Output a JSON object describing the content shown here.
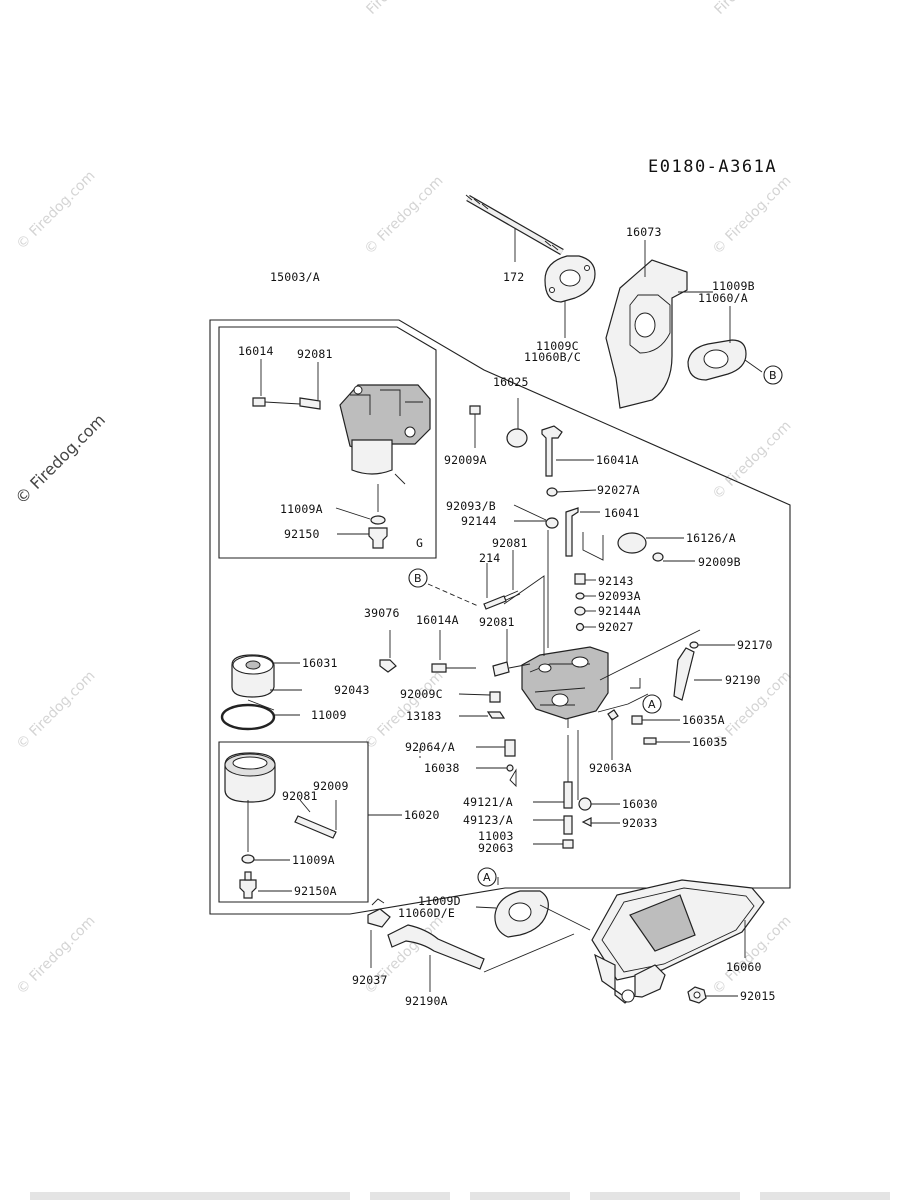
{
  "diagram_code": "E0180-A361A",
  "watermark": "© Firedog.com",
  "watermark_short": "Firedog.com",
  "parts": {
    "p172": "172",
    "p16073": "16073",
    "p11009B": "11009B",
    "p11060A": "11060/A",
    "p11009C": "11009C",
    "p11060BC": "11060B/C",
    "p15003A": "15003/A",
    "p16014": "16014",
    "p92081a": "92081",
    "p11009A": "11009A",
    "p92150": "92150",
    "pG": "G",
    "p16025": "16025",
    "p92009A": "92009A",
    "p16041A": "16041A",
    "p92027A": "92027A",
    "p92093B": "92093/B",
    "p92144": "92144",
    "p16041": "16041",
    "p16126A": "16126/A",
    "p92009B": "92009B",
    "p92081b": "92081",
    "p214": "214",
    "p92143": "92143",
    "p92093A": "92093A",
    "p92144A": "92144A",
    "p92027": "92027",
    "p39076": "39076",
    "p16014A": "16014A",
    "p92081c": "92081",
    "p92170": "92170",
    "p16031": "16031",
    "p92043": "92043",
    "p92190": "92190",
    "p92009C": "92009C",
    "p11009": "11009",
    "p13183": "13183",
    "p16035A": "16035A",
    "p16035": "16035",
    "p92064A": "92064/A",
    "p16038": "16038",
    "p92063A": "92063A",
    "p92081d": "92081",
    "p92009": "92009",
    "p16020": "16020",
    "p49121A": "49121/A",
    "p16030": "16030",
    "p49123A": "49123/A",
    "p92033": "92033",
    "p11003": "11003",
    "p92063": "92063",
    "p11009A2": "11009A",
    "p92150A": "92150A",
    "p11009D": "11009D",
    "p11060DE": "11060D/E",
    "p16060": "16060",
    "p92037": "92037",
    "p92190A": "92190A",
    "p92015": "92015"
  },
  "refs": {
    "A": "A",
    "B": "B"
  }
}
